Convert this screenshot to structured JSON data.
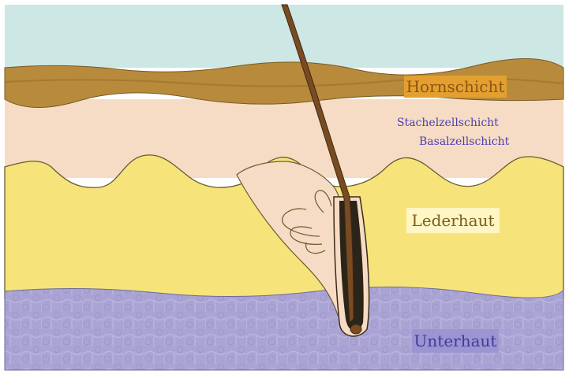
{
  "labels": {
    "hornschicht": "Hornschicht",
    "stachelzellschicht": "Stachelzellschicht",
    "basalzellschicht": "Basalzellschicht",
    "lederhaut": "Lederhaut",
    "unterhaut": "Unterhaut"
  },
  "colors": {
    "air": "#cde7e4",
    "horny_layer": "#b88a3c",
    "epidermis": "#f6dcc4",
    "dermis": "#f6e47a",
    "subcutis": "#aaa4d4",
    "hair": "#7a4a21",
    "outline": "#5a4a2a"
  }
}
